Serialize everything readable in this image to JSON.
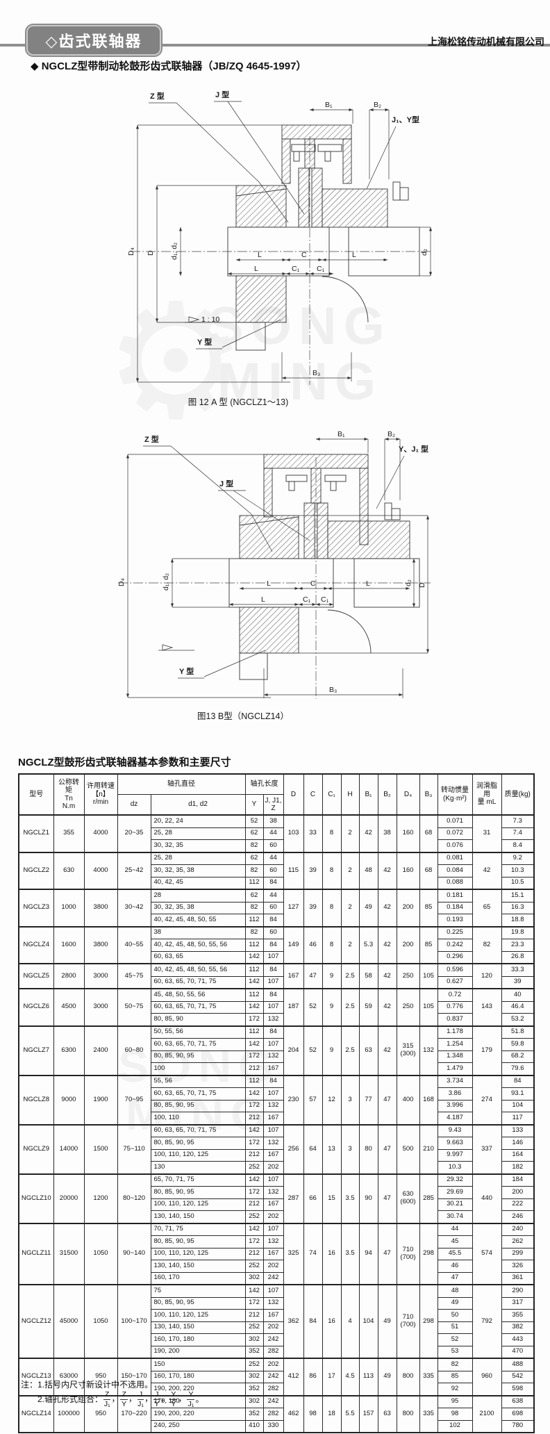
{
  "header": {
    "badge": "◇齿式联轴器",
    "company": "上海松铭传动机械有限公司"
  },
  "title": "◆ NGCLZ型带制动轮鼓形齿式联轴器（JB/ZQ 4645-1997）",
  "watermark": {
    "line1": "SONG",
    "line2": "MING",
    "gear": "⚙"
  },
  "figures": [
    {
      "caption": "图 12  A 型 (NGCLZ1～13)",
      "labels": {
        "z": "Z 型",
        "j": "J 型",
        "b1": "B₁",
        "b2": "B₂",
        "jy": "J₁、Y型",
        "d4": "D₄",
        "d": "D",
        "d1d2": "d₁, d₂",
        "d2": "d₂",
        "l1": "L",
        "c": "C",
        "l2": "L",
        "l3": "L",
        "c1a": "C₁",
        "c1b": "C₁",
        "taper": "1 : 10",
        "y": "Y 型",
        "b3": "B₃"
      }
    },
    {
      "caption": "图13  B型（NGCLZ14）",
      "labels": {
        "z": "Z 型",
        "j": "J 型",
        "b1": "B₁",
        "b2": "B₂",
        "jy": "Y、J₁ 型",
        "d4": "D₄",
        "d": "D",
        "d1d2": "d₁, d₂",
        "d2": "d₂",
        "l1": "L",
        "c": "C",
        "l2": "L",
        "l3": "L",
        "c1a": "C₁",
        "c1b": "C₁",
        "taper": "",
        "y": "Y 型",
        "b3": "B₃"
      }
    }
  ],
  "table": {
    "title": "NGCLZ型鼓形齿式联轴器基本参数和主要尺寸",
    "headers": {
      "model": "型号",
      "torque": "公称转矩\nTn\nN.m",
      "speed": "许用转速\n【n】\nr/min",
      "bore_dia": "轴孔直径",
      "dz": "dz",
      "d1d2": "d1, d2",
      "bore_len": "轴孔长度",
      "y": "Y",
      "jj1z": "J, J1,\nZ",
      "D": "D",
      "C": "C",
      "C1": "C₁",
      "H": "H",
      "B1": "B₁",
      "B2": "B₂",
      "D4": "D₄",
      "B3": "B₃",
      "inertia": "转动惯量\n(Kg·m²)",
      "grease": "润滑脂用\n量 mL",
      "mass": "质量(kg)"
    },
    "rows": [
      {
        "model": "NGCLZ1",
        "tn": "355",
        "n": "4000",
        "dz": "20~35",
        "D": "103",
        "C": "33",
        "C1": "8",
        "H": "2",
        "B1": "42",
        "B2": "38",
        "D4": "160",
        "B3": "68",
        "grease": "31",
        "bores": [
          {
            "d": "20, 22, 24",
            "y": "52",
            "j": "38",
            "i": "0.071",
            "m": "7.3"
          },
          {
            "d": "25, 28",
            "y": "62",
            "j": "44",
            "i": "0.072",
            "m": "7.4"
          },
          {
            "d": "30, 32, 35",
            "y": "82",
            "j": "60",
            "i": "0.076",
            "m": "8.4"
          }
        ]
      },
      {
        "model": "NGCLZ2",
        "tn": "630",
        "n": "4000",
        "dz": "25~42",
        "D": "115",
        "C": "39",
        "C1": "8",
        "H": "2",
        "B1": "48",
        "B2": "42",
        "D4": "160",
        "B3": "68",
        "grease": "42",
        "bores": [
          {
            "d": "25, 28",
            "y": "62",
            "j": "44",
            "i": "0.081",
            "m": "9.2"
          },
          {
            "d": "30, 32, 35, 38",
            "y": "82",
            "j": "60",
            "i": "0.084",
            "m": "10.3"
          },
          {
            "d": "40, 42, 45",
            "y": "112",
            "j": "84",
            "i": "0.088",
            "m": "10.5"
          }
        ]
      },
      {
        "model": "NGCLZ3",
        "tn": "1000",
        "n": "3800",
        "dz": "30~42",
        "D": "127",
        "C": "39",
        "C1": "8",
        "H": "2",
        "B1": "49",
        "B2": "42",
        "D4": "200",
        "B3": "85",
        "grease": "65",
        "bores": [
          {
            "d": "28",
            "y": "62",
            "j": "44",
            "i": "0.181",
            "m": "15.1"
          },
          {
            "d": "30, 32, 35, 38",
            "y": "82",
            "j": "60",
            "i": "0.184",
            "m": "16.3"
          },
          {
            "d": "40, 42, 45, 48, 50, 55",
            "y": "112",
            "j": "84",
            "i": "0.193",
            "m": "18.8"
          }
        ]
      },
      {
        "model": "NGCLZ4",
        "tn": "1600",
        "n": "3800",
        "dz": "40~55",
        "D": "149",
        "C": "46",
        "C1": "8",
        "H": "2",
        "B1": "5.3",
        "B2": "42",
        "D4": "200",
        "B3": "85",
        "grease": "82",
        "bores": [
          {
            "d": "38",
            "y": "82",
            "j": "60",
            "i": "0.225",
            "m": "19.8"
          },
          {
            "d": "40, 42, 45, 48, 50, 55, 56",
            "y": "112",
            "j": "84",
            "i": "0.242",
            "m": "23.3"
          },
          {
            "d": "60, 63, 65",
            "y": "142",
            "j": "107",
            "i": "0.296",
            "m": "26.8"
          }
        ]
      },
      {
        "model": "NGCLZ5",
        "tn": "2800",
        "n": "3000",
        "dz": "45~75",
        "D": "167",
        "C": "47",
        "C1": "9",
        "H": "2.5",
        "B1": "58",
        "B2": "42",
        "D4": "250",
        "B3": "105",
        "grease": "120",
        "bores": [
          {
            "d": "40, 42, 45, 48, 50, 55, 56",
            "y": "112",
            "j": "84",
            "i": "0.596",
            "m": "33.3"
          },
          {
            "d": "60, 63, 65, 70, 71, 75",
            "y": "142",
            "j": "107",
            "i": "0.627",
            "m": "39"
          }
        ]
      },
      {
        "model": "NGCLZ6",
        "tn": "4500",
        "n": "3000",
        "dz": "50~75",
        "D": "187",
        "C": "52",
        "C1": "9",
        "H": "2.5",
        "B1": "59",
        "B2": "42",
        "D4": "250",
        "B3": "105",
        "grease": "143",
        "bores": [
          {
            "d": "45, 48, 50, 55, 56",
            "y": "112",
            "j": "84",
            "i": "0.72",
            "m": "40"
          },
          {
            "d": "60, 63, 65, 70, 71, 75",
            "y": "142",
            "j": "107",
            "i": "0.776",
            "m": "46.4"
          },
          {
            "d": "80, 85, 90",
            "y": "172",
            "j": "132",
            "i": "0.837",
            "m": "53.2"
          }
        ]
      },
      {
        "model": "NGCLZ7",
        "tn": "6300",
        "n": "2400",
        "dz": "60~80",
        "D": "204",
        "C": "52",
        "C1": "9",
        "H": "2.5",
        "B1": "63",
        "B2": "42",
        "D4": "315\n(300)",
        "B3": "132",
        "grease": "179",
        "bores": [
          {
            "d": "50, 55, 56",
            "y": "112",
            "j": "84",
            "i": "1.178",
            "m": "51.8"
          },
          {
            "d": "60, 63, 65, 70, 71, 75",
            "y": "142",
            "j": "107",
            "i": "1.254",
            "m": "59.8"
          },
          {
            "d": "80, 85, 90, 95",
            "y": "172",
            "j": "132",
            "i": "1.348",
            "m": "68.2"
          },
          {
            "d": "100",
            "y": "212",
            "j": "167",
            "i": "1.479",
            "m": "79.6"
          }
        ]
      },
      {
        "model": "NGCLZ8",
        "tn": "9000",
        "n": "1900",
        "dz": "70~95",
        "D": "230",
        "C": "57",
        "C1": "12",
        "H": "3",
        "B1": "77",
        "B2": "47",
        "D4": "400",
        "B3": "168",
        "grease": "274",
        "bores": [
          {
            "d": "55, 56",
            "y": "112",
            "j": "84",
            "i": "3.734",
            "m": "84"
          },
          {
            "d": "60, 63, 65, 70, 71, 75",
            "y": "142",
            "j": "107",
            "i": "3.86",
            "m": "93.1"
          },
          {
            "d": "80, 85, 90, 95",
            "y": "172",
            "j": "132",
            "i": "3.996",
            "m": "104"
          },
          {
            "d": "100, 110",
            "y": "212",
            "j": "167",
            "i": "4.187",
            "m": "117"
          }
        ]
      },
      {
        "model": "NGCLZ9",
        "tn": "14000",
        "n": "1500",
        "dz": "75~110",
        "D": "256",
        "C": "64",
        "C1": "13",
        "H": "3",
        "B1": "80",
        "B2": "47",
        "D4": "500",
        "B3": "210",
        "grease": "337",
        "bores": [
          {
            "d": "60, 63, 65, 70, 71, 75",
            "y": "142",
            "j": "107",
            "i": "9.43",
            "m": "133"
          },
          {
            "d": "80, 85, 90, 95",
            "y": "172",
            "j": "132",
            "i": "9.663",
            "m": "146"
          },
          {
            "d": "100, 110, 120, 125",
            "y": "212",
            "j": "167",
            "i": "9.997",
            "m": "164"
          },
          {
            "d": "130",
            "y": "252",
            "j": "202",
            "i": "10.3",
            "m": "182"
          }
        ]
      },
      {
        "model": "NGCLZ10",
        "tn": "20000",
        "n": "1200",
        "dz": "80~120",
        "D": "287",
        "C": "66",
        "C1": "15",
        "H": "3.5",
        "B1": "90",
        "B2": "47",
        "D4": "630\n(600)",
        "B3": "285",
        "grease": "440",
        "bores": [
          {
            "d": "65, 70, 71, 75",
            "y": "142",
            "j": "107",
            "i": "29.32",
            "m": "184"
          },
          {
            "d": "80, 85, 90, 95",
            "y": "172",
            "j": "132",
            "i": "29.69",
            "m": "200"
          },
          {
            "d": "100, 110, 120, 125",
            "y": "212",
            "j": "167",
            "i": "30.21",
            "m": "222"
          },
          {
            "d": "130, 140, 150",
            "y": "252",
            "j": "202",
            "i": "30.74",
            "m": "246"
          }
        ]
      },
      {
        "model": "NGCLZ11",
        "tn": "31500",
        "n": "1050",
        "dz": "90~140",
        "D": "325",
        "C": "74",
        "C1": "16",
        "H": "3.5",
        "B1": "94",
        "B2": "47",
        "D4": "710\n(700)",
        "B3": "298",
        "grease": "574",
        "bores": [
          {
            "d": "70, 71, 75",
            "y": "142",
            "j": "107",
            "i": "44",
            "m": "240"
          },
          {
            "d": "80, 85, 90, 95",
            "y": "172",
            "j": "132",
            "i": "45",
            "m": "262"
          },
          {
            "d": "100, 110, 120, 125",
            "y": "212",
            "j": "167",
            "i": "45.5",
            "m": "299"
          },
          {
            "d": "130, 140, 150",
            "y": "252",
            "j": "202",
            "i": "46",
            "m": "326"
          },
          {
            "d": "160, 170",
            "y": "302",
            "j": "242",
            "i": "47",
            "m": "361"
          }
        ]
      },
      {
        "model": "NGCLZ12",
        "tn": "45000",
        "n": "1050",
        "dz": "100~170",
        "D": "362",
        "C": "84",
        "C1": "16",
        "H": "4",
        "B1": "104",
        "B2": "49",
        "D4": "710\n(700)",
        "B3": "298",
        "grease": "792",
        "bores": [
          {
            "d": "75",
            "y": "142",
            "j": "107",
            "i": "48",
            "m": "290"
          },
          {
            "d": "80, 85, 90, 95",
            "y": "172",
            "j": "132",
            "i": "49",
            "m": "317"
          },
          {
            "d": "100, 110, 120, 125",
            "y": "212",
            "j": "167",
            "i": "50",
            "m": "355"
          },
          {
            "d": "130, 140, 150",
            "y": "252",
            "j": "202",
            "i": "51",
            "m": "382"
          },
          {
            "d": "160, 170, 180",
            "y": "302",
            "j": "242",
            "i": "52",
            "m": "443"
          },
          {
            "d": "190, 200",
            "y": "352",
            "j": "282",
            "i": "53",
            "m": "470"
          }
        ]
      },
      {
        "model": "NGCLZ13",
        "tn": "63000",
        "n": "950",
        "dz": "150~170",
        "D": "412",
        "C": "86",
        "C1": "17",
        "H": "4.5",
        "B1": "113",
        "B2": "49",
        "D4": "800",
        "B3": "335",
        "grease": "960",
        "bores": [
          {
            "d": "150",
            "y": "252",
            "j": "202",
            "i": "82",
            "m": "488"
          },
          {
            "d": "160, 170, 180",
            "y": "302",
            "j": "242",
            "i": "85",
            "m": "542"
          },
          {
            "d": "190, 200, 220",
            "y": "352",
            "j": "282",
            "i": "92",
            "m": "598"
          }
        ]
      },
      {
        "model": "NGCLZ14",
        "tn": "100000",
        "n": "950",
        "dz": "170~220",
        "D": "462",
        "C": "98",
        "C1": "18",
        "H": "5.5",
        "B1": "157",
        "B2": "63",
        "D4": "800",
        "B3": "335",
        "grease": "2100",
        "bores": [
          {
            "d": "170, 180",
            "y": "302",
            "j": "242",
            "i": "95",
            "m": "638"
          },
          {
            "d": "190, 200, 220",
            "y": "352",
            "j": "282",
            "i": "98",
            "m": "698"
          },
          {
            "d": "240, 250",
            "y": "410",
            "j": "330",
            "i": "102",
            "m": "780"
          }
        ]
      }
    ]
  },
  "notes": {
    "line1": "注：1.括号内尺寸新设计中不选用。",
    "line2_prefix": "2.轴孔形式组合：",
    "sep": "，",
    "combos": [
      [
        "Z",
        "J₁"
      ],
      [
        "Z",
        "Y"
      ],
      [
        "J",
        "J₁"
      ],
      [
        "J",
        "Y"
      ],
      [
        "Y",
        "Y"
      ],
      [
        "Y",
        "J₁"
      ]
    ],
    "line2_suffix": "。"
  }
}
